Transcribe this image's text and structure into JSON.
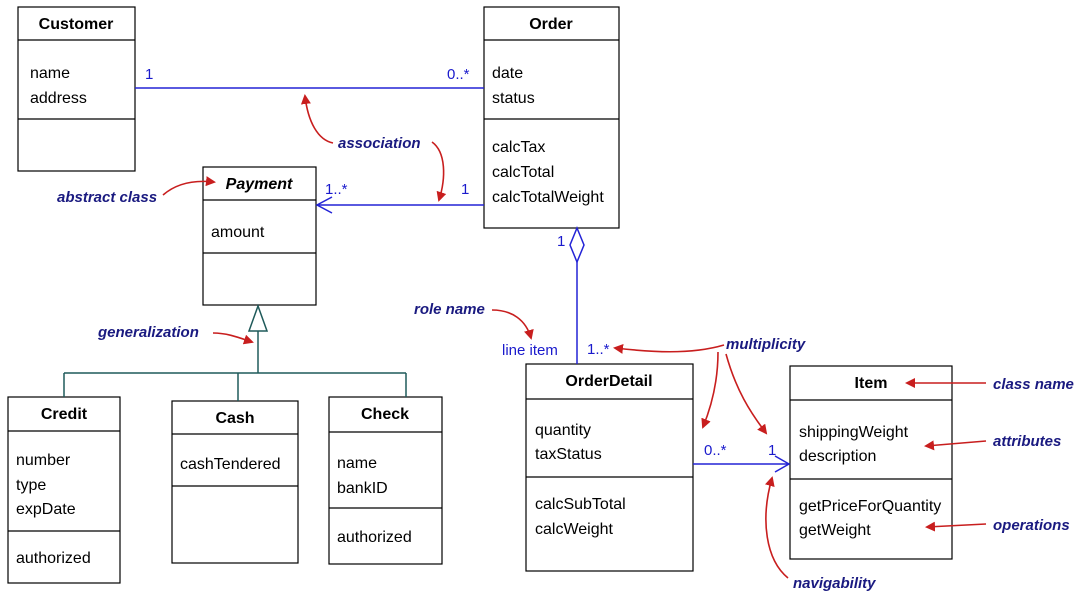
{
  "classes": {
    "customer": {
      "name": "Customer",
      "attributes": [
        "name",
        "address"
      ],
      "operations": []
    },
    "order": {
      "name": "Order",
      "attributes": [
        "date",
        "status"
      ],
      "operations": [
        "calcTax",
        "calcTotal",
        "calcTotalWeight"
      ]
    },
    "payment": {
      "name": "Payment",
      "attributes": [
        "amount"
      ],
      "operations": []
    },
    "credit": {
      "name": "Credit",
      "attributes": [
        "number",
        "type",
        "expDate"
      ],
      "operations": [
        "authorized"
      ]
    },
    "cash": {
      "name": "Cash",
      "attributes": [
        "cashTendered"
      ],
      "operations": []
    },
    "check": {
      "name": "Check",
      "attributes": [
        "name",
        "bankID"
      ],
      "operations": [
        "authorized"
      ]
    },
    "orderdetail": {
      "name": "OrderDetail",
      "attributes": [
        "quantity",
        "taxStatus"
      ],
      "operations": [
        "calcSubTotal",
        "calcWeight"
      ]
    },
    "item": {
      "name": "Item",
      "attributes": [
        "shippingWeight",
        "description"
      ],
      "operations": [
        "getPriceForQuantity",
        "getWeight"
      ]
    }
  },
  "multiplicities": {
    "customer_order_1": "1",
    "customer_order_many": "0..*",
    "payment_many": "1..*",
    "order_payment_1": "1",
    "order_detail_1": "1",
    "detail_many": "1..*",
    "detail_item_many": "0..*",
    "item_1": "1"
  },
  "role_names": {
    "line_item": "line item"
  },
  "annotations": {
    "association": "association",
    "abstract_class": "abstract class",
    "generalization": "generalization",
    "role_name": "role name",
    "multiplicity": "multiplicity",
    "class_name": "class name",
    "attributes": "attributes",
    "operations": "operations",
    "navigability": "navigability"
  },
  "colors": {
    "association_line": "#2323d6",
    "generalization_line": "#1f5a5a",
    "annotation_arrow": "#c81e1e",
    "annotation_text": "#1a1a80"
  }
}
